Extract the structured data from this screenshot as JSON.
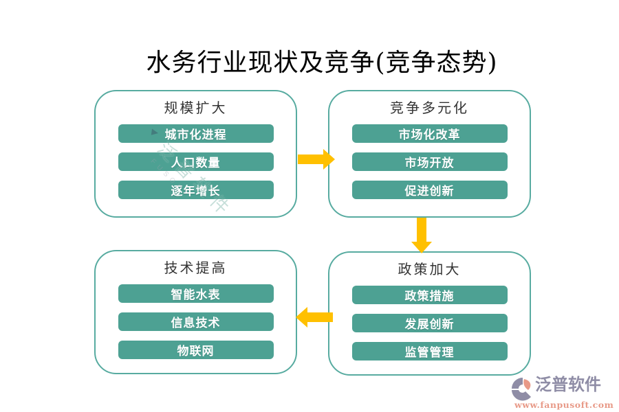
{
  "title": "水务行业现状及竞争(竞争态势)",
  "boxes": [
    {
      "title": "规模扩大",
      "items": [
        "城市化进程",
        "人口数量",
        "逐年增长"
      ]
    },
    {
      "title": "竞争多元化",
      "items": [
        "市场化改革",
        "市场开放",
        "促进创新"
      ]
    },
    {
      "title": "技术提高",
      "items": [
        "智能水表",
        "信息技术",
        "物联网"
      ]
    },
    {
      "title": "政策加大",
      "items": [
        "政策措施",
        "发展创新",
        "监管管理"
      ]
    }
  ],
  "arrows": [
    {
      "from": "规模扩大",
      "to": "竞争多元化",
      "direction": "right"
    },
    {
      "from": "竞争多元化",
      "to": "政策加大",
      "direction": "down"
    },
    {
      "from": "政策加大",
      "to": "技术提高",
      "direction": "left"
    }
  ],
  "watermark": {
    "text": "泛普软件",
    "subtext": "FUSOFT"
  },
  "brand": {
    "name": "泛普软件",
    "url": "www.fanpusoft.com"
  },
  "colors": {
    "pill_teal": "#4da193",
    "box_border": "#57aba0",
    "arrow_gold": "#ffc000",
    "brand_gray": "#8f8da6",
    "brand_salmon": "#e89a88"
  }
}
